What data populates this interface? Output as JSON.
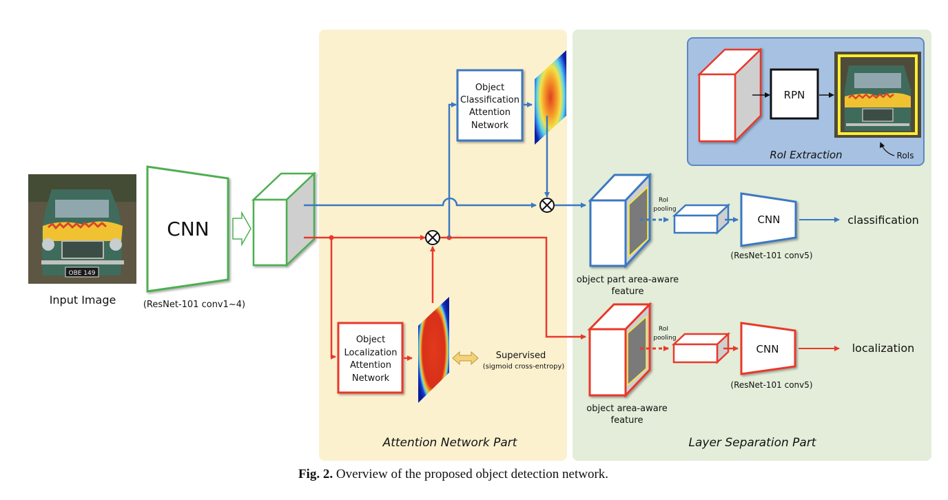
{
  "colors": {
    "attention_panel_bg": "#fcf1cf",
    "separation_panel_bg": "#e3edd9",
    "roi_panel_bg": "#a7c1e2",
    "roi_panel_border": "#5b87c4",
    "green": "#4caf50",
    "blue": "#3a78c2",
    "red": "#e8392b",
    "yellow": "#ffee33",
    "supervised_arrow": "#f3d27a"
  },
  "input": {
    "label": "Input Image",
    "plate_text": "OBE 149"
  },
  "backbone": {
    "label": "CNN",
    "caption": "(ResNet-101 conv1~4)"
  },
  "attention_part": {
    "title": "Attention Network Part",
    "classification_box": [
      "Object",
      "Classification",
      "Attention",
      "Network"
    ],
    "localization_box": [
      "Object",
      "Localization",
      "Attention",
      "Network"
    ],
    "supervised_label": "Supervised",
    "supervised_sub": "(sigmoid cross-entropy)",
    "multiply_symbol": "⊗"
  },
  "roi_extraction": {
    "title": "RoI Extraction",
    "rpn_label": "RPN",
    "rois_label": "RoIs"
  },
  "separation_part": {
    "title": "Layer Separation Part",
    "top_branch": {
      "feature_label_1": "object part area-aware",
      "feature_label_2": "feature",
      "pool_label_1": "RoI",
      "pool_label_2": "pooling",
      "cnn_label": "CNN",
      "cnn_caption": "(ResNet-101 conv5)",
      "output": "classification"
    },
    "bottom_branch": {
      "feature_label_1": "object area-aware",
      "feature_label_2": "feature",
      "pool_label_1": "RoI",
      "pool_label_2": "pooling",
      "cnn_label": "CNN",
      "cnn_caption": "(ResNet-101 conv5)",
      "output": "localization"
    }
  },
  "caption": {
    "prefix": "Fig. 2.",
    "text": " Overview of the proposed object detection network."
  }
}
